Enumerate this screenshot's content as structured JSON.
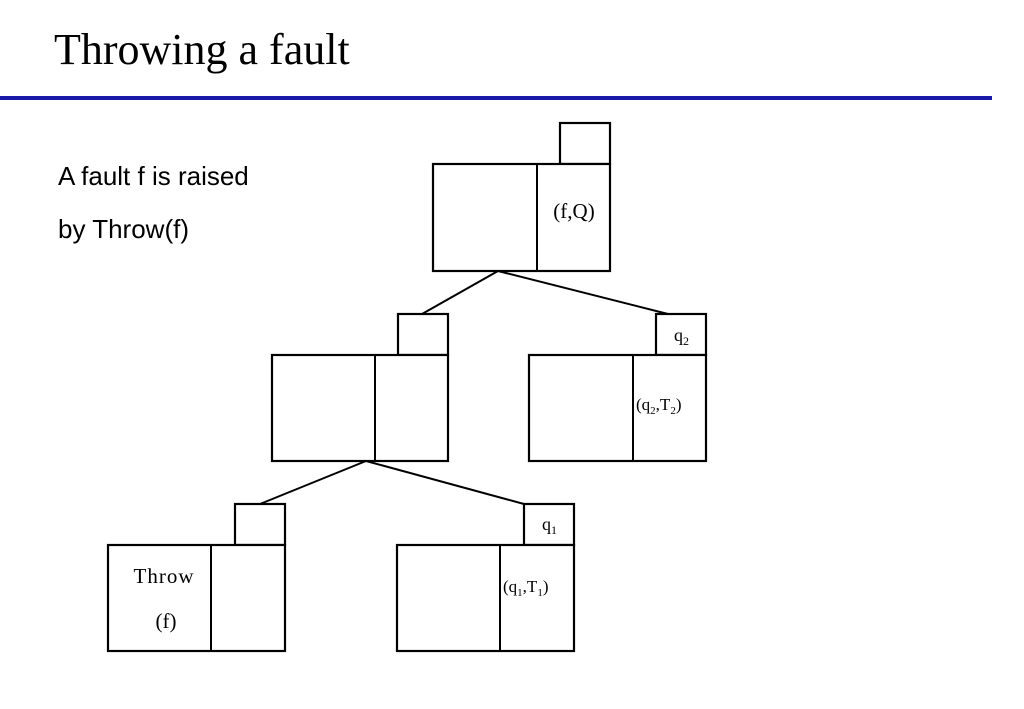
{
  "slide": {
    "title": "Throwing a fault",
    "rule_color": "#1a1aa8",
    "body": [
      "A fault f is raised",
      "by Throw(f)"
    ]
  },
  "diagram": {
    "root_state": "(f,Q)",
    "right1_tag": "q",
    "right1_tag_sub": "2",
    "right1_state": "(q",
    "right1_state_sub1": "2",
    "right1_state_mid": ",T",
    "right1_state_sub2": "2",
    "right1_state_end": ")",
    "right2_tag": "q",
    "right2_tag_sub": "1",
    "right2_state": "(q",
    "right2_state_sub1": "1",
    "right2_state_mid": ",T",
    "right2_state_sub2": "1",
    "right2_state_end": ")",
    "throw_line1": "Throw",
    "throw_line2": "(f)"
  }
}
